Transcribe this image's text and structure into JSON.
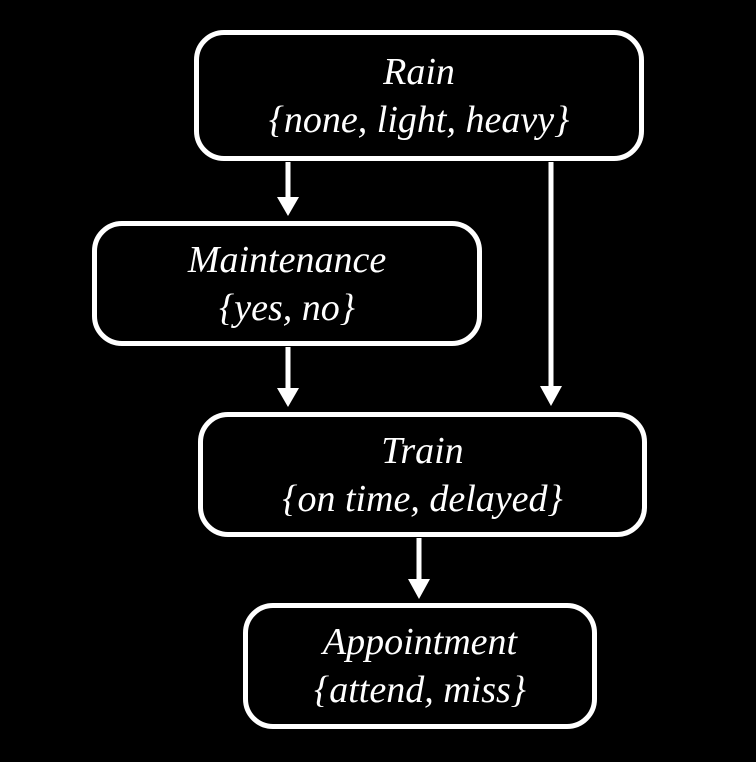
{
  "diagram": {
    "type": "bayesian-network",
    "nodes": {
      "rain": {
        "label": "Rain",
        "values": "{none, light, heavy}"
      },
      "maintenance": {
        "label": "Maintenance",
        "values": "{yes, no}"
      },
      "train": {
        "label": "Train",
        "values": "{on time, delayed}"
      },
      "appointment": {
        "label": "Appointment",
        "values": "{attend, miss}"
      }
    },
    "edges": [
      {
        "from": "Rain",
        "to": "Maintenance"
      },
      {
        "from": "Rain",
        "to": "Train"
      },
      {
        "from": "Maintenance",
        "to": "Train"
      },
      {
        "from": "Train",
        "to": "Appointment"
      }
    ],
    "colors": {
      "background": "#000000",
      "node_border": "#ffffff",
      "text": "#ffffff",
      "arrow": "#ffffff"
    }
  }
}
